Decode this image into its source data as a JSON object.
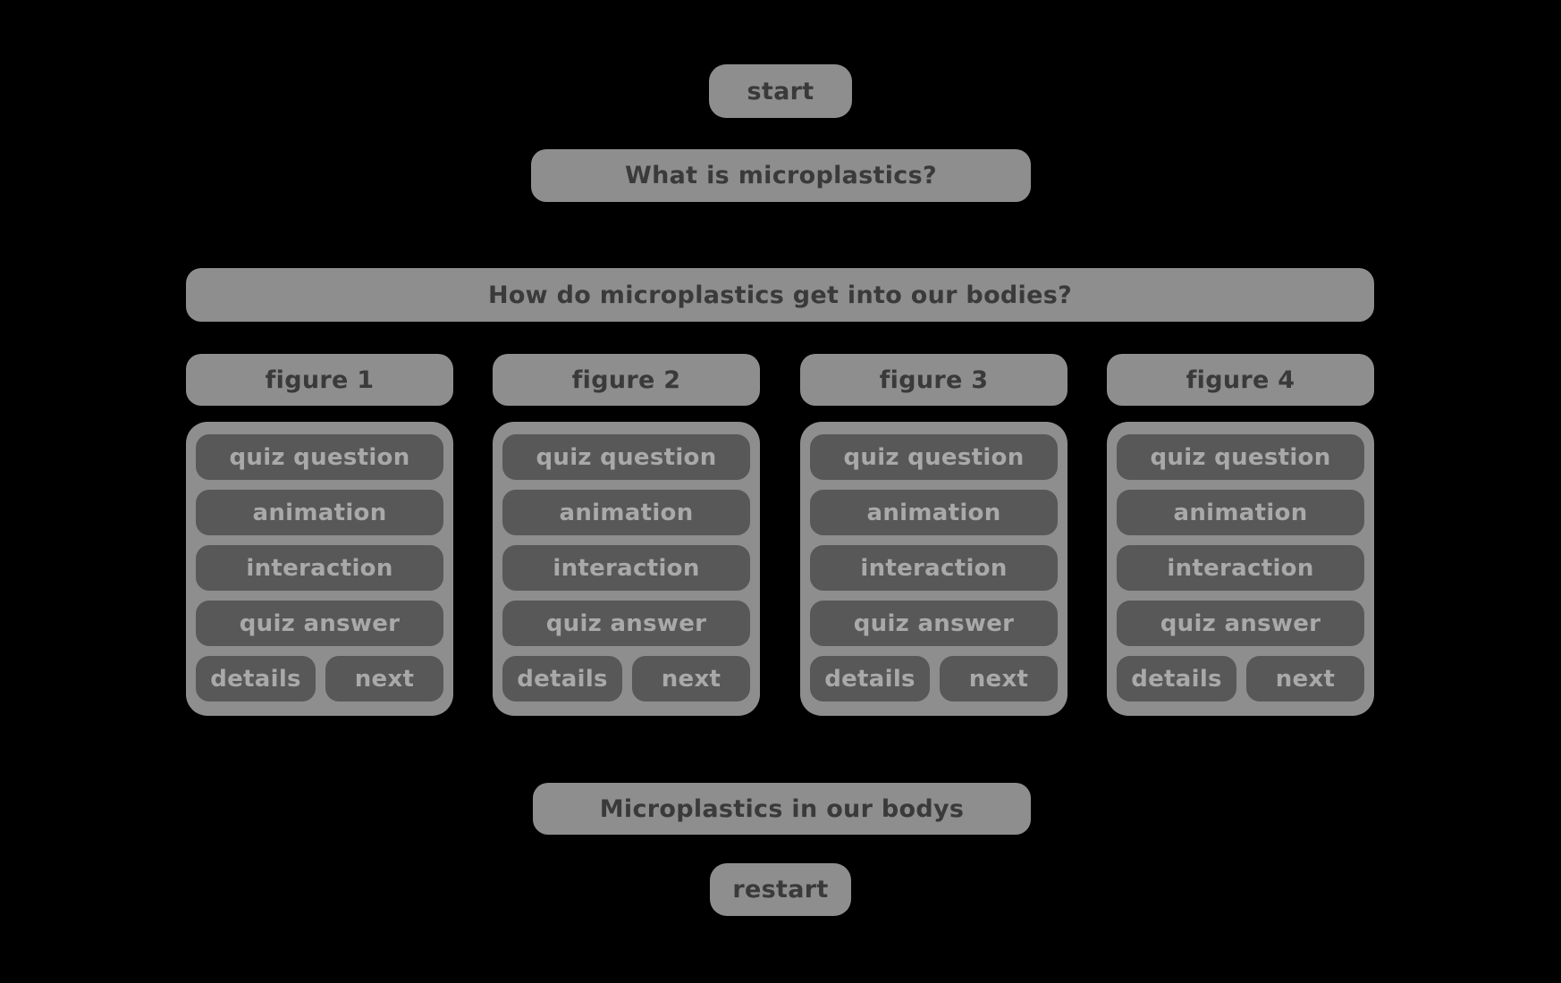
{
  "colors": {
    "background": "#000000",
    "node_fill": "#8e8e8e",
    "inner_fill": "#585858",
    "node_text": "#3a3a3a",
    "inner_text": "#a9a9a9"
  },
  "nodes": {
    "start": "start",
    "question1": "What is microplastics?",
    "question2": "How do microplastics get into our bodies?",
    "summary": "Microplastics in our bodys",
    "restart": "restart"
  },
  "columns": [
    {
      "header": "figure 1",
      "items": [
        "quiz question",
        "animation",
        "interaction",
        "quiz answer"
      ],
      "details": "details",
      "next": "next"
    },
    {
      "header": "figure 2",
      "items": [
        "quiz question",
        "animation",
        "interaction",
        "quiz answer"
      ],
      "details": "details",
      "next": "next"
    },
    {
      "header": "figure 3",
      "items": [
        "quiz question",
        "animation",
        "interaction",
        "quiz answer"
      ],
      "details": "details",
      "next": "next"
    },
    {
      "header": "figure 4",
      "items": [
        "quiz question",
        "animation",
        "interaction",
        "quiz answer"
      ],
      "details": "details",
      "next": "next"
    }
  ]
}
